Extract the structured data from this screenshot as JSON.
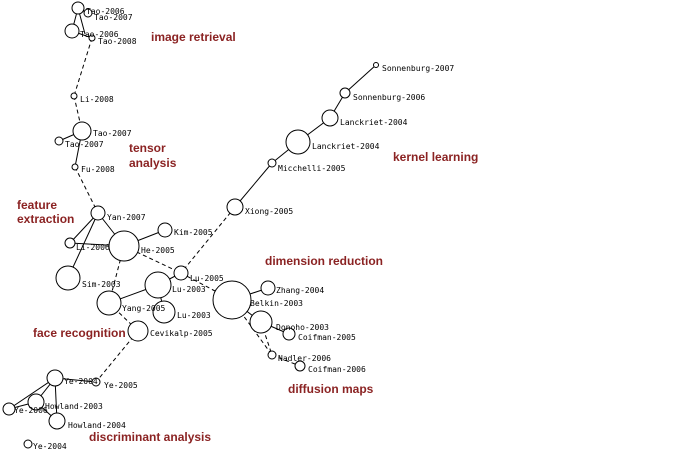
{
  "clusters": {
    "image_retrieval": "image retrieval",
    "tensor": "tensor",
    "analysis": "analysis",
    "kernel_learning": "kernel learning",
    "feature": "feature",
    "extraction": "extraction",
    "dimension_reduction": "dimension reduction",
    "face_recognition": "face recognition",
    "diffusion_maps": "diffusion maps",
    "discriminant_analysis": "discriminant analysis"
  },
  "nodes": {
    "tao2006a": "Tao-2006",
    "tao2007a": "Tao-2007",
    "tao2006b": "Tao-2006",
    "tao2008": "Tao-2008",
    "li2008": "Li-2008",
    "tao2007b": "Tao-2007",
    "tao2007c": "Tao-2007",
    "fu2008": "Fu-2008",
    "sonnenburg2007": "Sonnenburg-2007",
    "sonnenburg2006": "Sonnenburg-2006",
    "lanckriet2004a": "Lanckriet-2004",
    "lanckriet2004b": "Lanckriet-2004",
    "micchelli2005": "Micchelli-2005",
    "xiong2005": "Xiong-2005",
    "yan2007": "Yan-2007",
    "kim2005": "Kim-2005",
    "li2006": "Li-2006",
    "he2005": "He-2005",
    "sim2003": "Sim-2003",
    "lu2005": "Lu-2005",
    "lu2003a": "Lu-2003",
    "yang2005": "Yang-2005",
    "lu2003b": "Lu-2003",
    "cevikalp2005": "Cevikalp-2005",
    "belkin2003": "Belkin-2003",
    "zhang2004": "Zhang-2004",
    "donoho2003": "Donoho-2003",
    "coifman2005": "Coifman-2005",
    "nadler2006": "Nadler-2006",
    "coifman2006": "Coifman-2006",
    "ye2004a": "Ye-2004",
    "ye2005": "Ye-2005",
    "ye2006": "Ye-2006",
    "howland2003": "Howland-2003",
    "howland2004": "Howland-2004",
    "ye2004b": "Ye-2004"
  }
}
